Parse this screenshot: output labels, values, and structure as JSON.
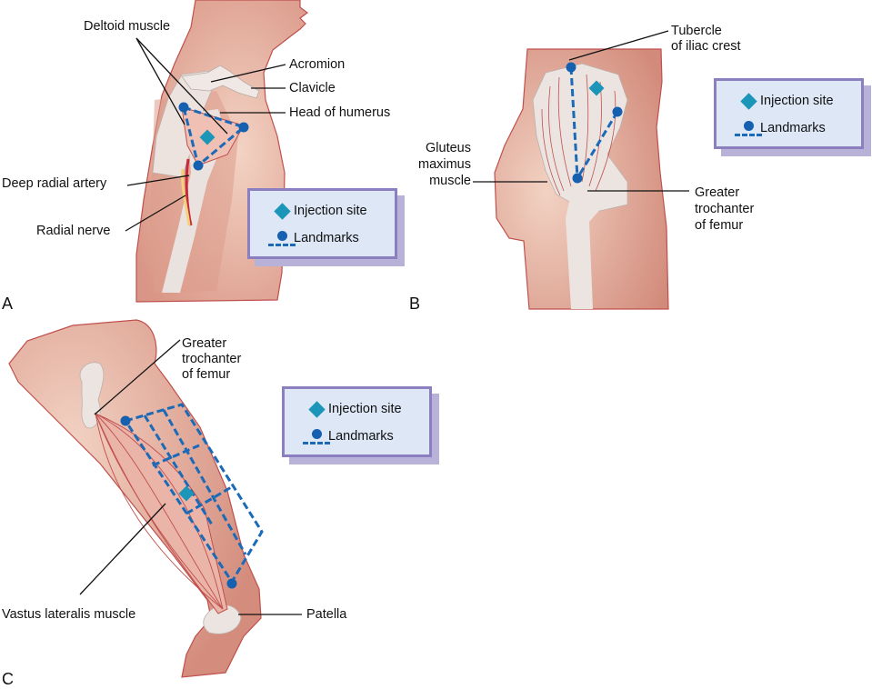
{
  "figure": {
    "panels": [
      {
        "letter": "A",
        "labels": {
          "deltoid": "Deltoid muscle",
          "acromion": "Acromion",
          "clavicle": "Clavicle",
          "head_humerus": "Head of humerus",
          "deep_radial_artery": "Deep radial artery",
          "radial_nerve": "Radial nerve"
        }
      },
      {
        "letter": "B",
        "labels": {
          "tubercle_1": "Tubercle",
          "tubercle_2": "of iliac crest",
          "gluteus_1": "Gluteus",
          "gluteus_2": "maximus",
          "gluteus_3": "muscle",
          "trochanter_1": "Greater",
          "trochanter_2": "trochanter",
          "trochanter_3": "of femur"
        }
      },
      {
        "letter": "C",
        "labels": {
          "trochanter_1": "Greater",
          "trochanter_2": "trochanter",
          "trochanter_3": "of femur",
          "vastus": "Vastus lateralis muscle",
          "patella": "Patella"
        }
      }
    ],
    "legend": {
      "injection_site": "Injection site",
      "landmarks": "Landmarks"
    },
    "colors": {
      "skin": "#e3a595",
      "skin_outline": "#c0504d",
      "bone": "#ede6e2",
      "landmark_blue": "#1660b0",
      "injection_teal": "#1b95b8",
      "legend_bg": "#dde7f6",
      "legend_border": "#8b7fc0"
    }
  }
}
